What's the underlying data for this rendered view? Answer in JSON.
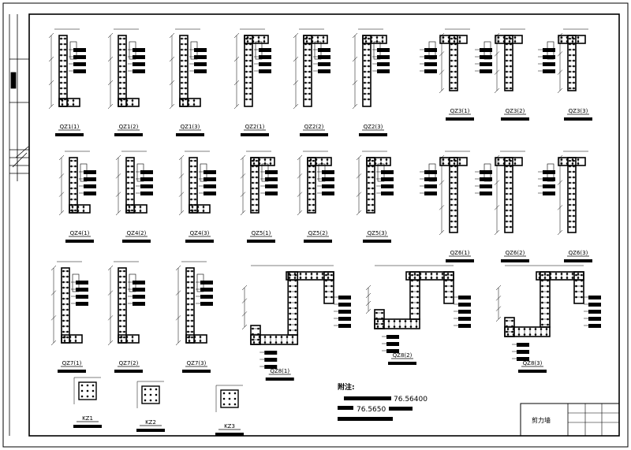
{
  "labels": {
    "r1": [
      "QZ1(1)",
      "QZ1(2)",
      "QZ1(3)",
      "QZ2(1)",
      "QZ2(2)",
      "QZ2(3)",
      "QZ3(1)",
      "QZ3(2)",
      "QZ3(3)"
    ],
    "r2": [
      "QZ4(1)",
      "QZ4(2)",
      "QZ4(3)",
      "QZ5(1)",
      "QZ5(2)",
      "QZ5(3)",
      "QZ6(1)",
      "QZ6(2)",
      "QZ6(3)"
    ],
    "r3": [
      "QZ7(1)",
      "QZ7(2)",
      "QZ7(3)",
      "QZ8(1)",
      "QZ8(2)",
      "QZ8(3)"
    ],
    "small": [
      "KZ1",
      "KZ2",
      "KZ3"
    ]
  },
  "notes": {
    "heading": "附注:",
    "line1_num": "76.56400",
    "line2_num": "76.5650"
  },
  "title_block": {
    "name": "剪力墙"
  }
}
